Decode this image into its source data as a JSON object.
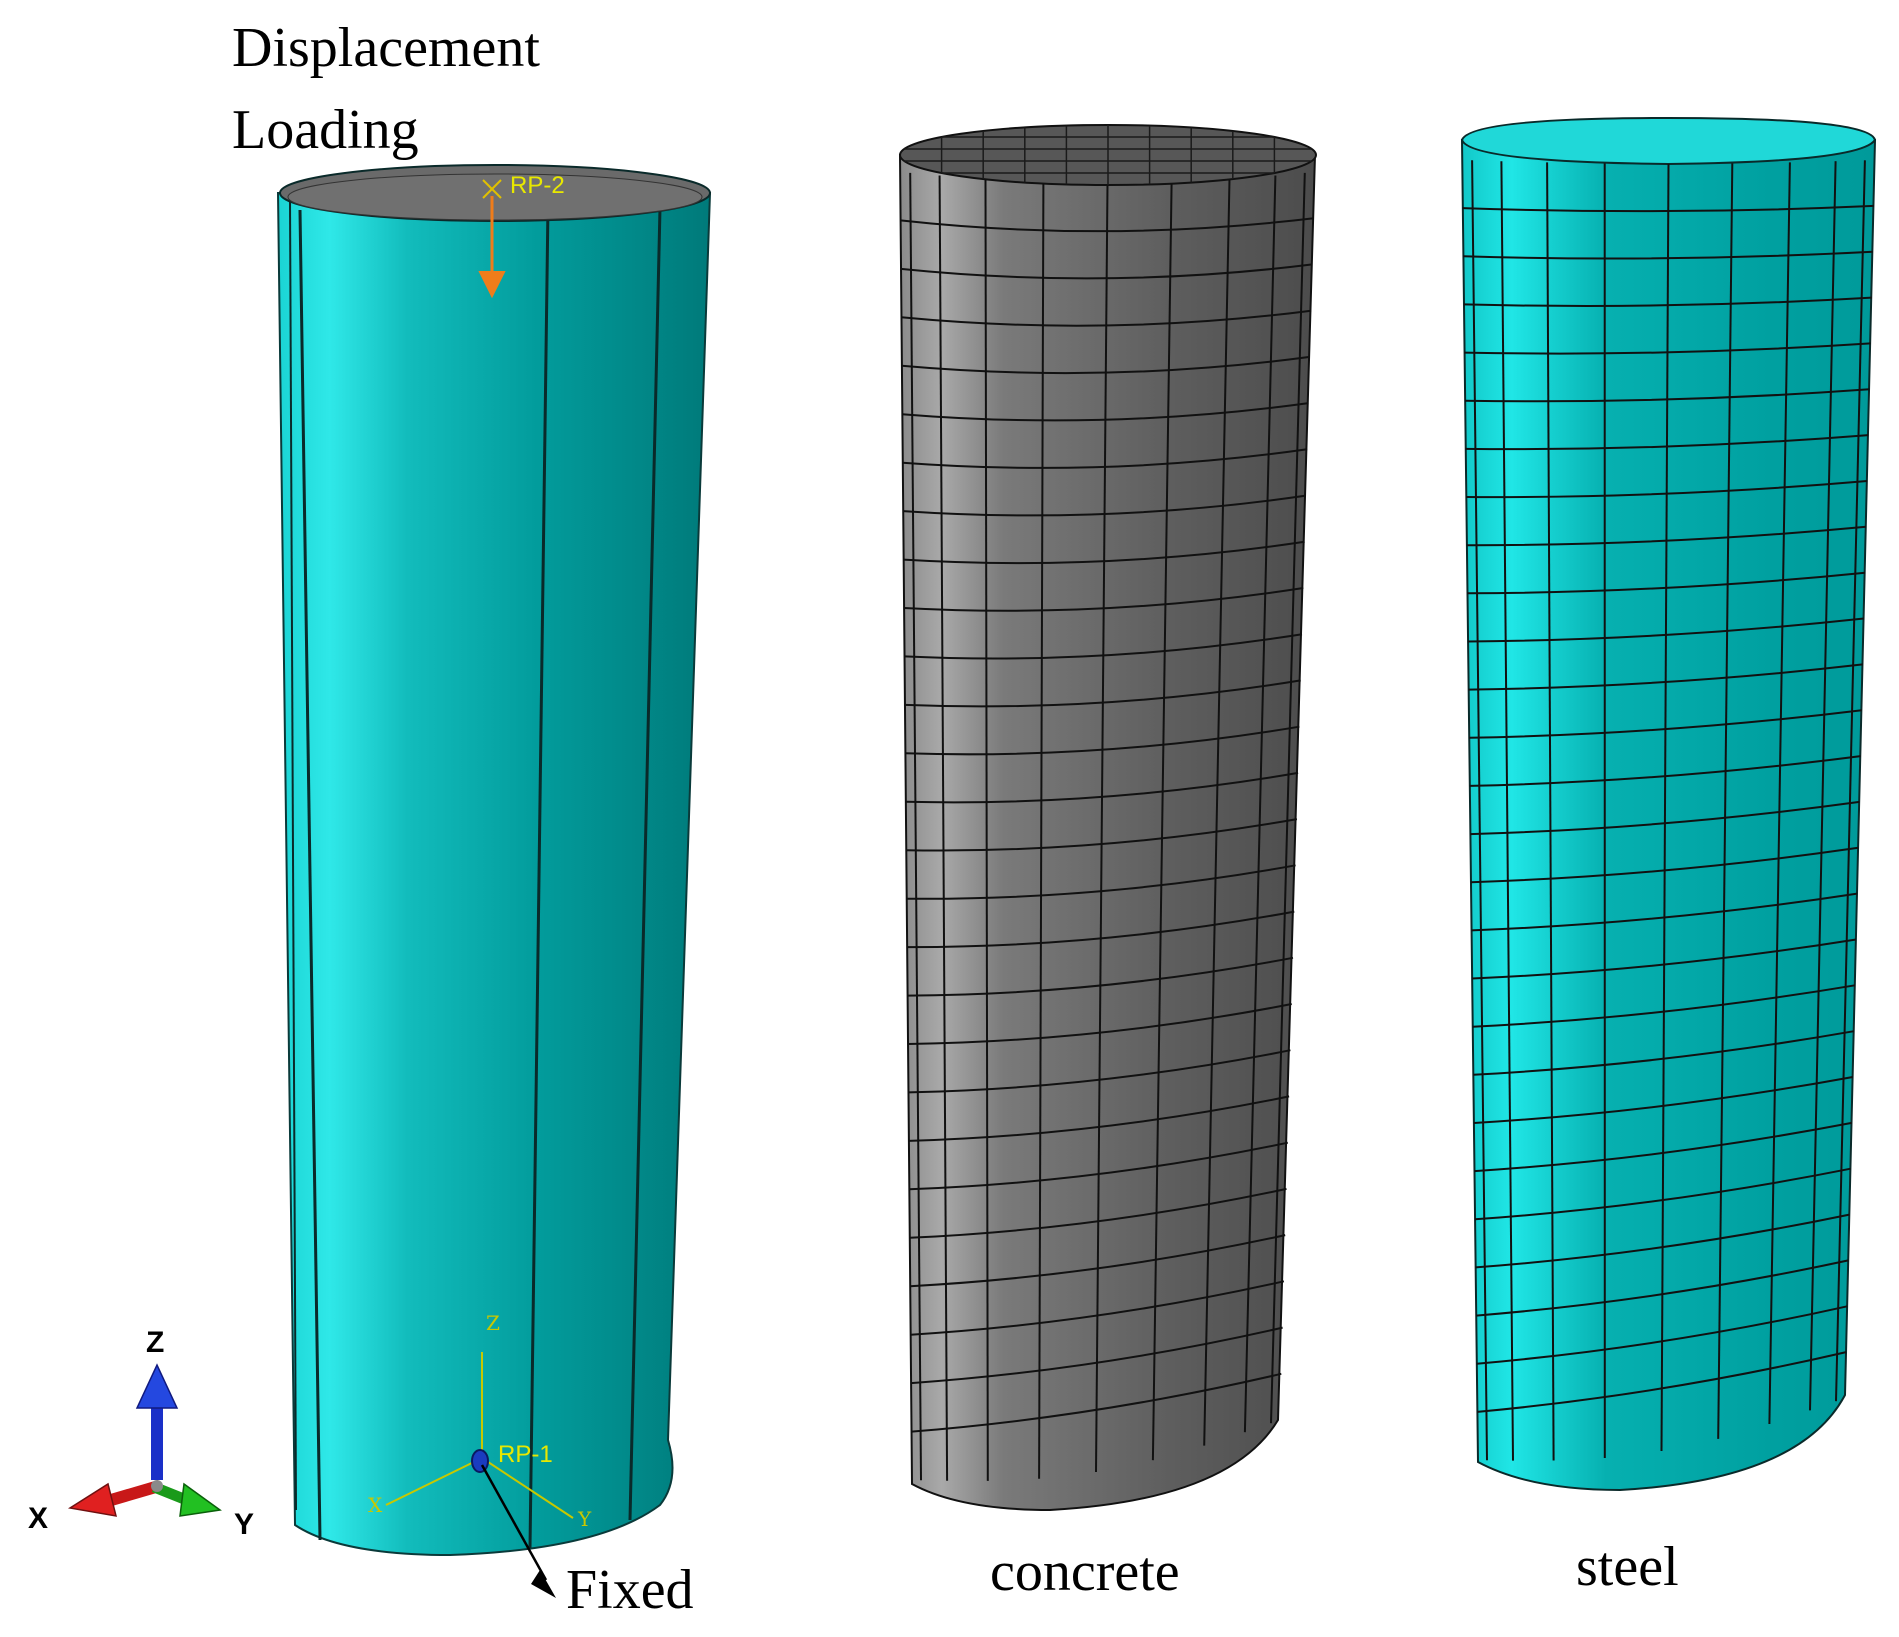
{
  "labels": {
    "displacement": "Displacement",
    "loading": "Loading",
    "fixed": "Fixed",
    "concrete": "concrete",
    "steel": "steel",
    "rp_top": "RP-2",
    "rp_bottom": "RP-1",
    "csys_z": "Z",
    "csys_x": "X",
    "csys_y": "Y",
    "triad_x": "X",
    "triad_y": "Y",
    "triad_z": "Z"
  },
  "colors": {
    "cyan": "#00b5b5",
    "cyan_light": "#2fe6e6",
    "cyan_dark": "#008080",
    "concrete_gray": "#6e6e6e",
    "concrete_light": "#a8a8a8",
    "concrete_dark": "#4a4a4a",
    "load_arrow": "#f07d1a",
    "axis_x": "#d42020",
    "axis_y": "#22b022",
    "axis_z": "#2040d0",
    "rp_text": "#e8e800",
    "csys_line": "#c8c800"
  },
  "icons": {
    "load_arrow": "arrow-down-icon",
    "fixed_arrow": "arrow-icon",
    "triad": "axis-triad-icon"
  }
}
